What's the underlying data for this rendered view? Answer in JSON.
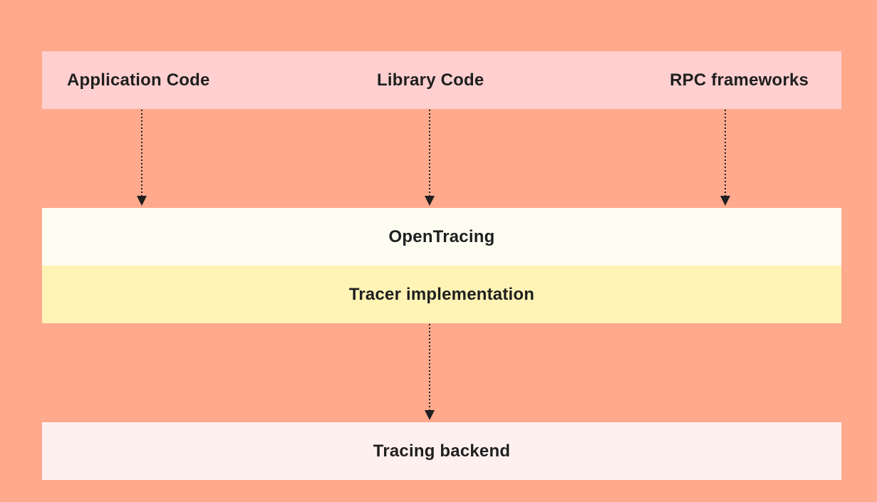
{
  "colors": {
    "background": "#ffa98d",
    "top_band": "#ffd0cf",
    "opentracing_band": "#fdfdf2",
    "tracer_band": "#fff3b5",
    "backend_band": "#fff0f0",
    "text": "#1f1f1f",
    "arrow": "#1f1f1f"
  },
  "sources": {
    "application_code": "Application Code",
    "library_code": "Library Code",
    "rpc_frameworks": "RPC frameworks"
  },
  "layers": {
    "opentracing": "OpenTracing",
    "tracer_implementation": "Tracer implementation",
    "tracing_backend": "Tracing backend"
  },
  "connectors": [
    {
      "from": "Application Code",
      "to": "OpenTracing",
      "style": "dotted-arrow"
    },
    {
      "from": "Library Code",
      "to": "OpenTracing",
      "style": "dotted-arrow"
    },
    {
      "from": "RPC frameworks",
      "to": "OpenTracing",
      "style": "dotted-arrow"
    },
    {
      "from": "Tracer implementation",
      "to": "Tracing backend",
      "style": "dotted-arrow"
    }
  ]
}
